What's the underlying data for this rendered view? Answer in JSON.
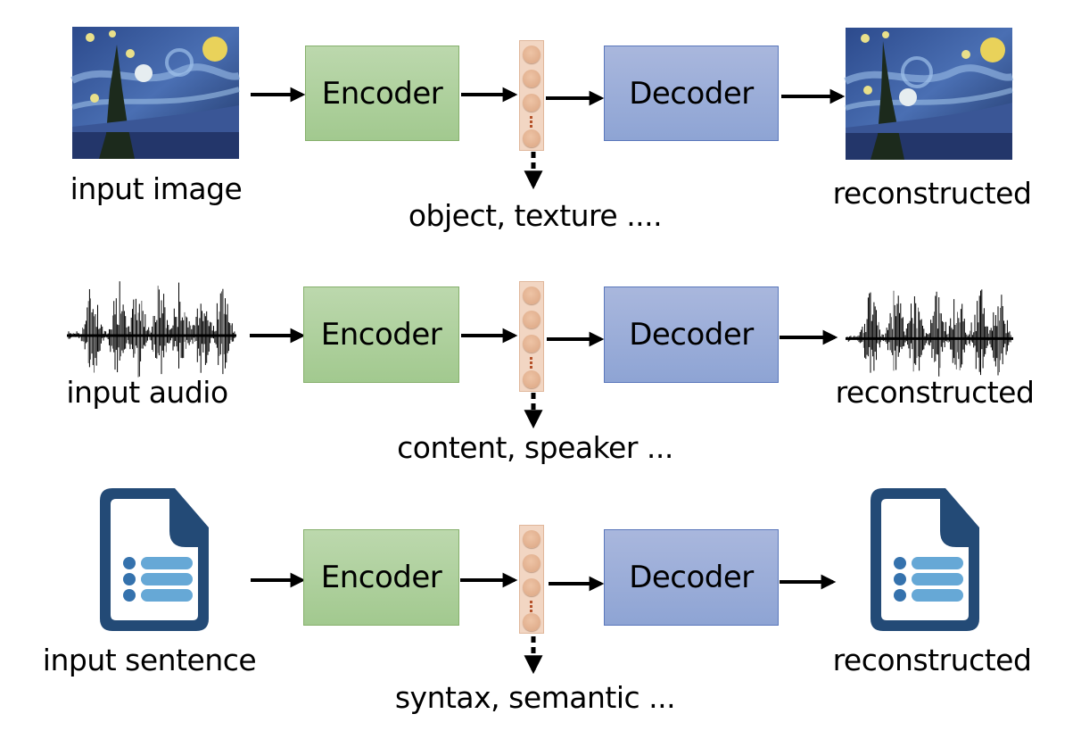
{
  "rows": [
    {
      "input_label": "input image",
      "input_icon": "starry-night-painting",
      "encoder_label": "Encoder",
      "decoder_label": "Decoder",
      "latent_caption": "object, texture ....",
      "output_label": "reconstructed",
      "output_icon": "starry-night-painting"
    },
    {
      "input_label": "input audio",
      "input_icon": "audio-waveform",
      "encoder_label": "Encoder",
      "decoder_label": "Decoder",
      "latent_caption": "content, speaker ...",
      "output_label": "reconstructed",
      "output_icon": "audio-waveform"
    },
    {
      "input_label": "input sentence",
      "input_icon": "document-list",
      "encoder_label": "Encoder",
      "decoder_label": "Decoder",
      "latent_caption": "syntax, semantic ...",
      "output_label": "reconstructed",
      "output_icon": "document-list"
    }
  ],
  "colors": {
    "encoder_fill": "#a9ce96",
    "decoder_fill": "#98aad8",
    "latent_fill": "#f2d6c3",
    "latent_node": "#e2b08e",
    "doc_dark": "#234a76",
    "doc_light": "#66a8d6"
  }
}
